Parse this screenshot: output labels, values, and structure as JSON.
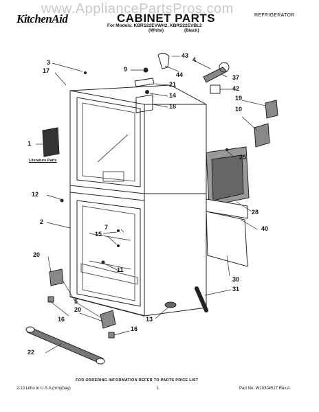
{
  "watermark": "www.AppliancePartsPros.com",
  "header": {
    "brand": "KitchenAid",
    "title": "CABINET PARTS",
    "category": "REFRIGERATOR",
    "models": "For Models: KBRS22EVWH2, KBRS22EVBL2",
    "variant_white": "(White)",
    "variant_black": "(Black)"
  },
  "diagram": {
    "literature_label": "Literature Parts",
    "callouts": [
      "1",
      "2",
      "3",
      "4",
      "5",
      "7",
      "9",
      "10",
      "11",
      "12",
      "13",
      "14",
      "15",
      "16",
      "16",
      "17",
      "18",
      "19",
      "20",
      "20",
      "21",
      "22",
      "25",
      "28",
      "30",
      "31",
      "37",
      "40",
      "42",
      "43",
      "44"
    ]
  },
  "footer": {
    "order_info": "FOR ORDERING INFORMATION REFER TO PARTS PRICE LIST",
    "litho": "2-10 Litho In U.S.A (rrm)(bay)",
    "page_number": "1",
    "part_no": "Part No. W10304517 Rev.A"
  }
}
